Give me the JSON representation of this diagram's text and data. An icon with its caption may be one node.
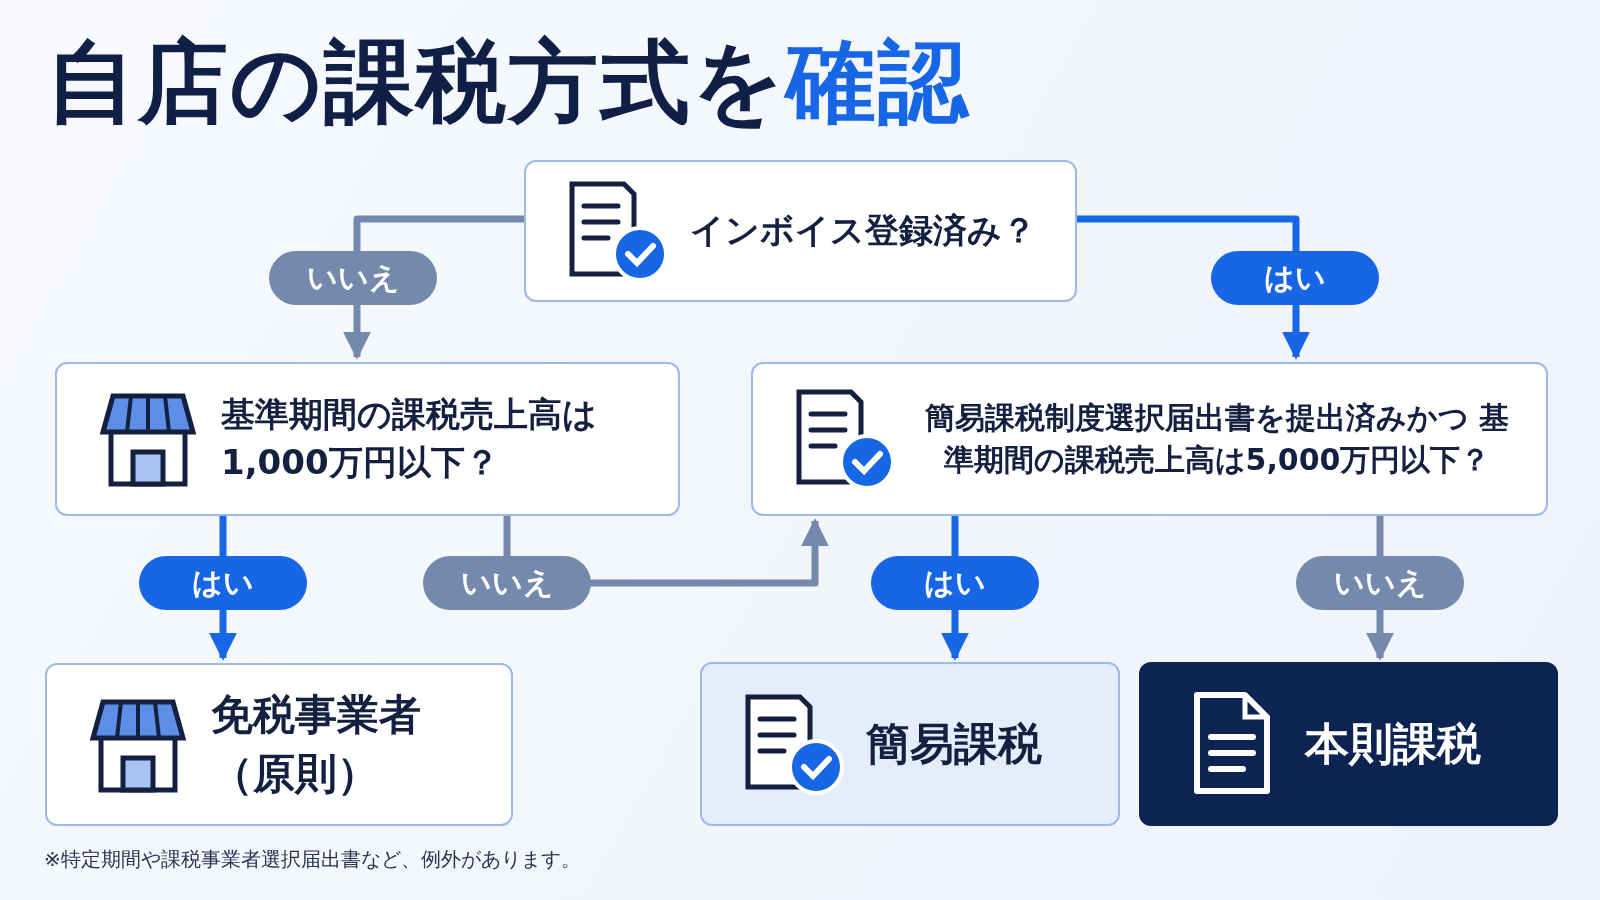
{
  "diagram": {
    "title": "自店の課税方式を確認",
    "nodes": [
      {
        "text": [
          "インボイス登録済み？"
        ]
      },
      {
        "text": [
          "基準期間の課税売上高は1,000万円以下？"
        ]
      },
      {
        "text": [
          "簡易課税制度選択届出書を提出済みかつ 基準期間の課税売上高は5,000万円以下？"
        ]
      },
      {
        "text": [
          "免税事業者（原則）"
        ]
      },
      {
        "text": [
          "簡易課税"
        ]
      },
      {
        "text": [
          "本則課税"
        ]
      }
    ],
    "edges": [
      {
        "from": 0,
        "to": 1,
        "arrow": "to",
        "label": "いいえ",
        "color": "#7589ad"
      },
      {
        "from": 0,
        "to": 2,
        "arrow": "to",
        "label": "はい",
        "color": "#1766e6"
      },
      {
        "from": 1,
        "to": 3,
        "arrow": "to",
        "label": "はい",
        "color": "#1766e6"
      },
      {
        "from": 1,
        "to": 2,
        "arrow": "to",
        "label": "いいえ",
        "color": "#7589ad"
      },
      {
        "from": 2,
        "to": 4,
        "arrow": "to",
        "label": "はい",
        "color": "#1766e6"
      },
      {
        "from": 2,
        "to": 5,
        "arrow": "to",
        "label": "いいえ",
        "color": "#7589ad"
      }
    ],
    "labels": [
      "※特定期間や課税事業者選択届出書など、例外があります。"
    ]
  }
}
